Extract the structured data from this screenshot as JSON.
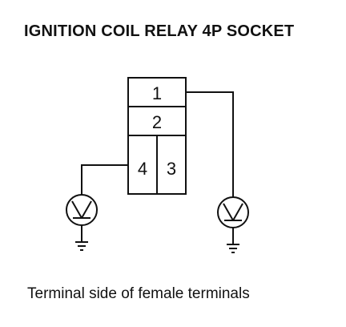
{
  "diagram": {
    "title": "IGNITION COIL RELAY 4P SOCKET",
    "caption": "Terminal side of female terminals",
    "connector": {
      "terminals": [
        {
          "id": "1",
          "label": "1"
        },
        {
          "id": "2",
          "label": "2"
        },
        {
          "id": "3",
          "label": "3"
        },
        {
          "id": "4",
          "label": "4"
        }
      ]
    },
    "voltmeters": [
      {
        "name": "voltmeter-left",
        "connected_terminal": "4"
      },
      {
        "name": "voltmeter-right",
        "connected_terminal": "1"
      }
    ],
    "colors": {
      "line": "#111111",
      "background": "#ffffff"
    }
  }
}
